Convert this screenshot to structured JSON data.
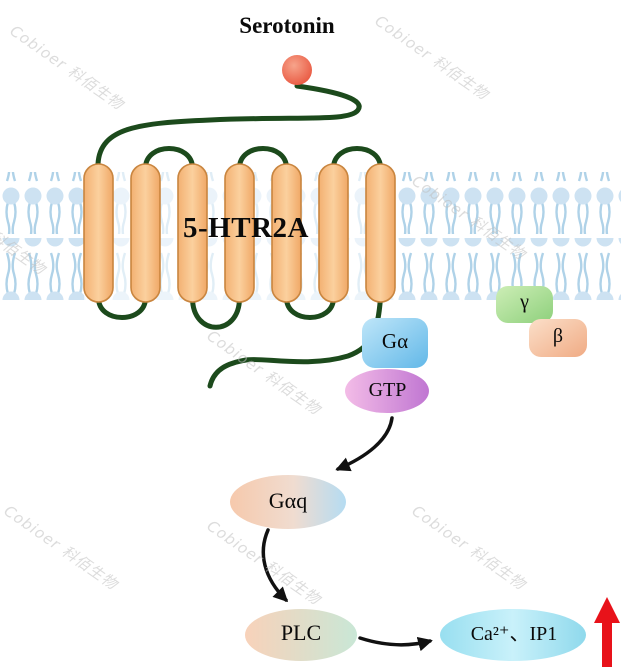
{
  "title": "Serotonin",
  "receptor": {
    "label": "5-HTR2A"
  },
  "nodes": {
    "g_alpha": {
      "label": "Gα"
    },
    "gtp": {
      "label": "GTP"
    },
    "gamma": {
      "label": "γ"
    },
    "beta": {
      "label": "β"
    },
    "g_alpha_q": {
      "label": "Gαq"
    },
    "plc": {
      "label": "PLC"
    },
    "second_messengers": {
      "label": "Ca²⁺、IP1"
    }
  },
  "edges": [
    {
      "from": "GTP",
      "to": "Gαq"
    },
    {
      "from": "Gαq",
      "to": "PLC"
    },
    {
      "from": "PLC",
      "to": "Ca²⁺、IP1"
    },
    {
      "from": "Ca²⁺、IP1",
      "to": "increase",
      "style": "red-up-arrow"
    }
  ],
  "watermark": {
    "text": "Cobioer  科佰生物"
  },
  "colors": {
    "helix": "#f7bd82",
    "helix_stroke": "#c9853f",
    "loop": "#1c4a1c",
    "membrane_head": "#cde2f2",
    "membrane_tail": "#afd2e8",
    "serotonin": "#e8604a",
    "g_alpha": "#7cc4ea",
    "gtp": "#dd9ade",
    "gamma": "#a8dd92",
    "beta": "#f5c3a0",
    "black_arrow": "#111111",
    "upregulation_arrow": "#e8121a"
  }
}
